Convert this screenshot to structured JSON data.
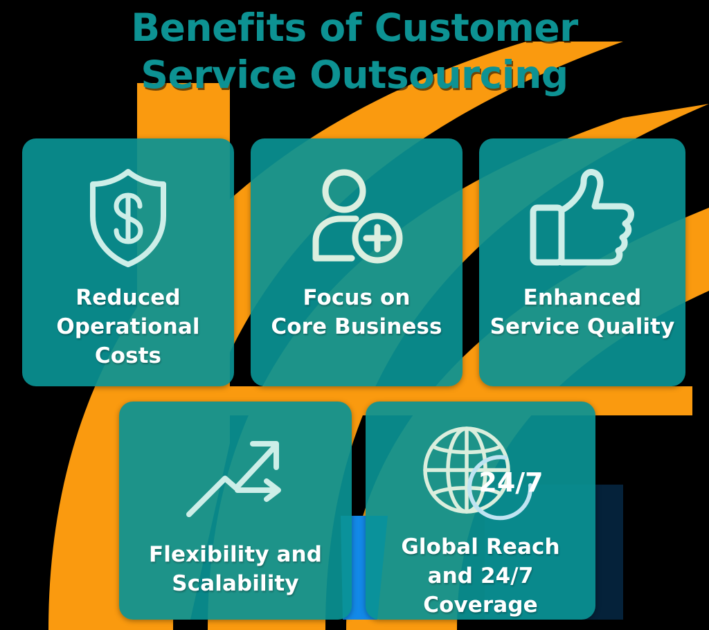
{
  "title": {
    "line1": "Benefits of Customer",
    "line2": "Service Outsourcing",
    "color": "#0d9293"
  },
  "theme": {
    "background": "#000000",
    "card_teal": "#0a9294",
    "accent_orange": "#fa9a0f",
    "accent_blue": "#1389e8",
    "swoosh_green": "#3e8d6e",
    "text_white": "#ffffff",
    "icon_stroke": "#cdeee8"
  },
  "cards": [
    {
      "id": "reduced-operational-costs",
      "icon": "shield-dollar-icon",
      "label": "Reduced\nOperational\nCosts"
    },
    {
      "id": "focus-on-core-business",
      "icon": "user-plus-icon",
      "label": "Focus on\nCore Business"
    },
    {
      "id": "enhanced-service-quality",
      "icon": "thumbs-up-icon",
      "label": "Enhanced\nService Quality"
    },
    {
      "id": "flexibility-and-scalability",
      "icon": "growth-arrow-icon",
      "label": "Flexibility and\nScalability"
    },
    {
      "id": "global-reach-24-7-coverage",
      "icon": "globe-24-7-icon",
      "label": "Global Reach\nand 24/7 Coverage",
      "badge": "24/7"
    }
  ]
}
